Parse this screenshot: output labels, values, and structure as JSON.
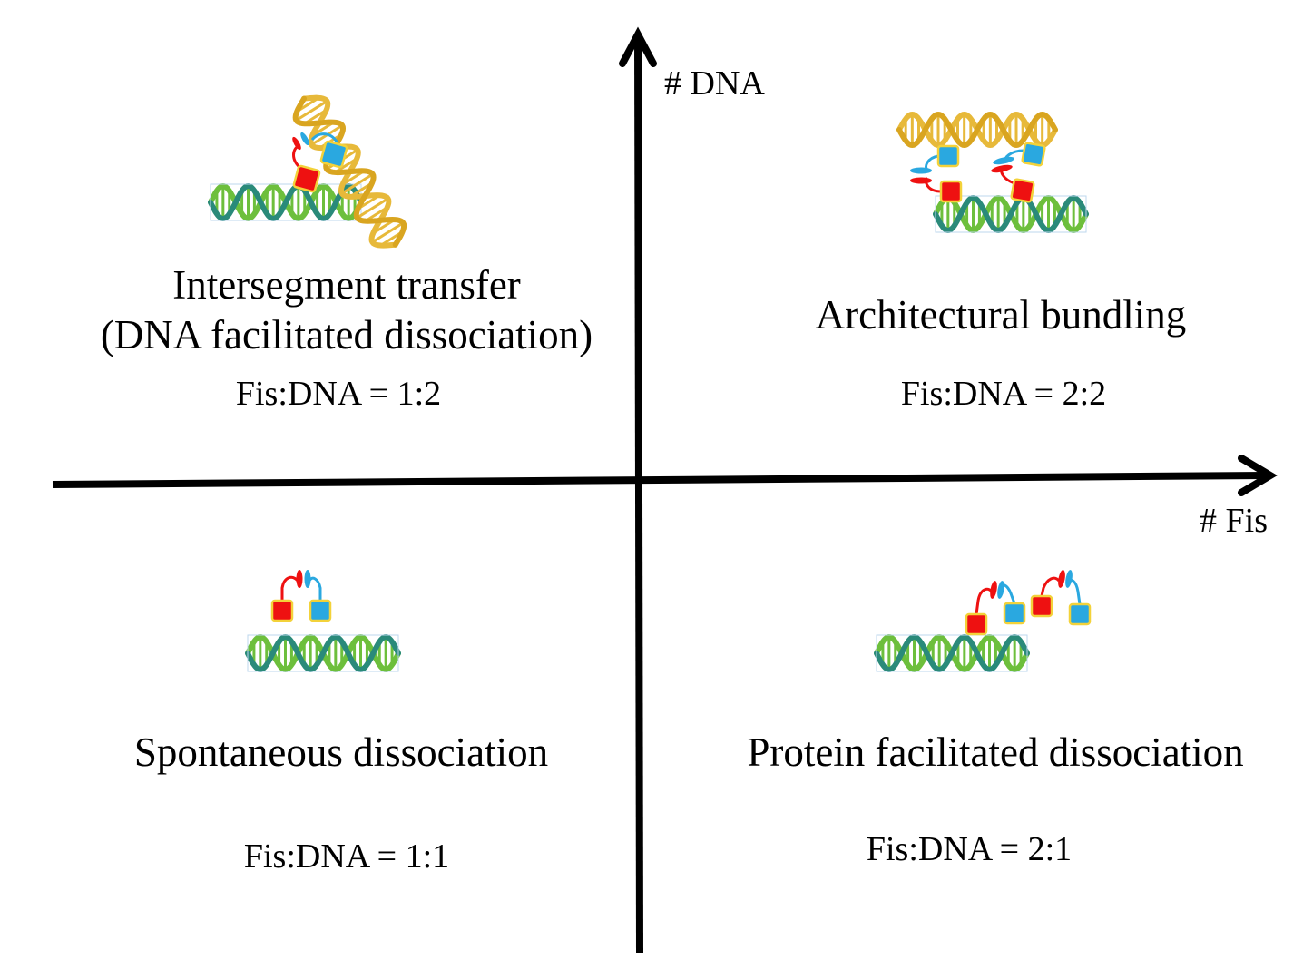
{
  "axes": {
    "y_label": "# DNA",
    "x_label": "# Fis"
  },
  "quadrants": {
    "top_left": {
      "title_line1": "Intersegment transfer",
      "title_line2": "(DNA facilitated dissociation)",
      "ratio": "Fis:DNA = 1:2"
    },
    "top_right": {
      "title": "Architectural bundling",
      "ratio": "Fis:DNA = 2:2"
    },
    "bottom_left": {
      "title": "Spontaneous dissociation",
      "ratio": "Fis:DNA = 1:1"
    },
    "bottom_right": {
      "title": "Protein facilitated dissociation",
      "ratio": "Fis:DNA = 2:1"
    }
  },
  "colors": {
    "dna_green_dark": "#2a8a7a",
    "dna_green_light": "#6dbf3c",
    "dna_gold": "#d9a520",
    "protein_red": "#ee1111",
    "protein_blue": "#2aa8e0",
    "protein_border": "#f3d23a"
  }
}
